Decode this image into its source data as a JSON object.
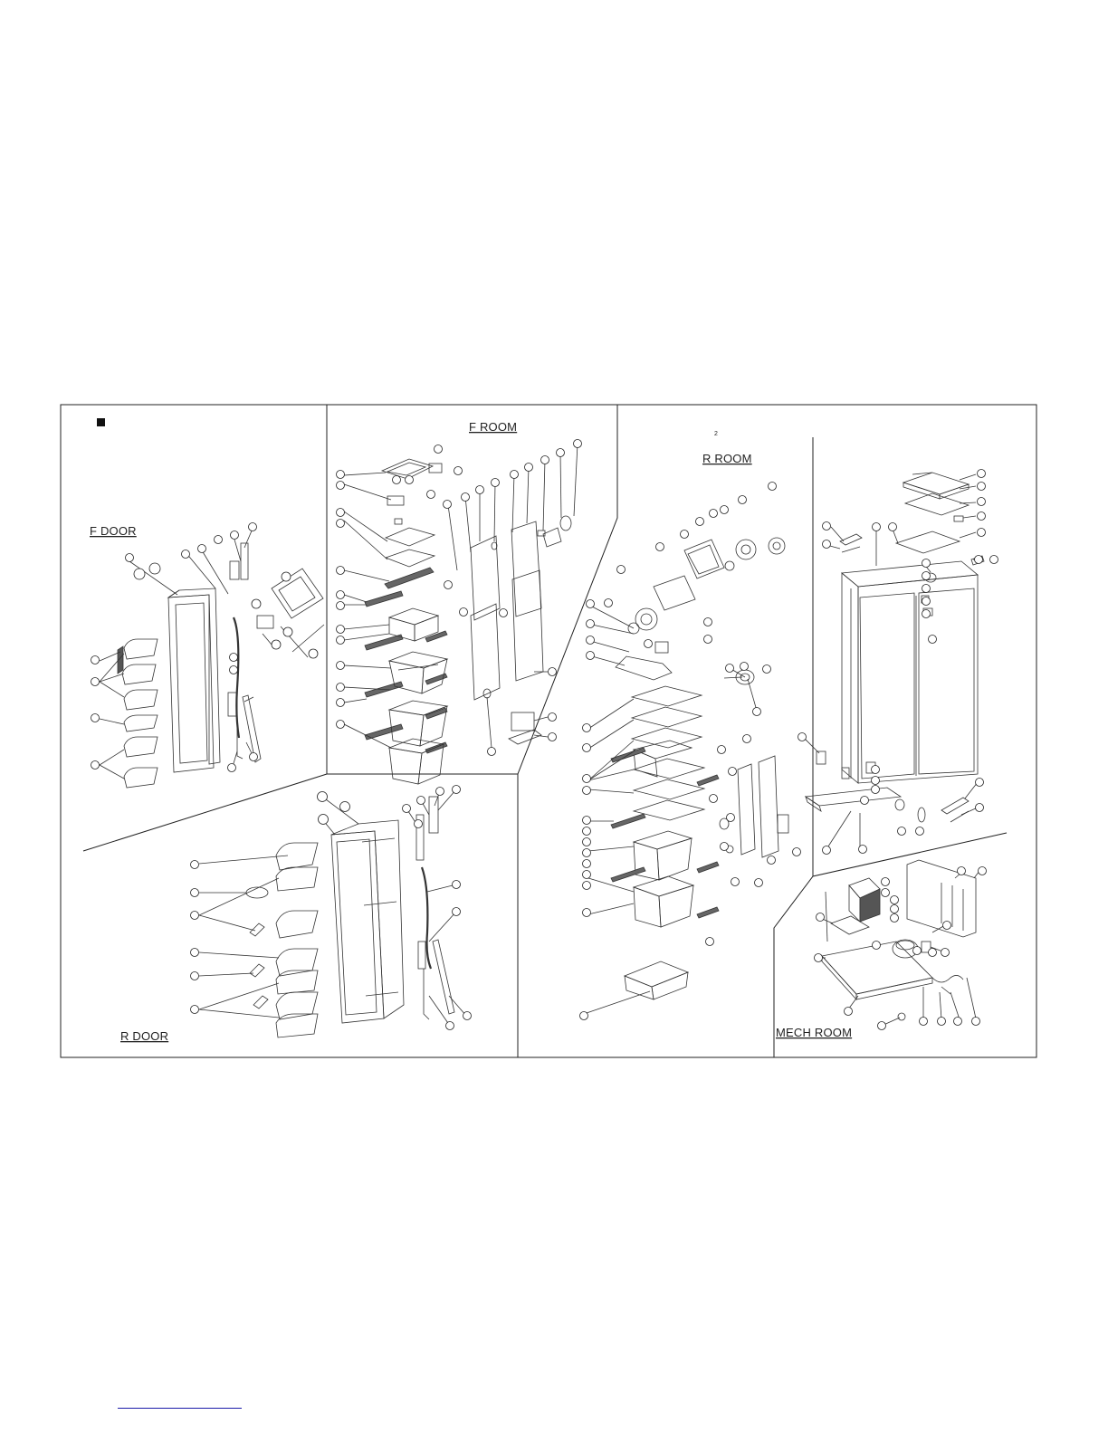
{
  "diagram": {
    "sections": {
      "f_door": "F DOOR",
      "f_room": "F ROOM",
      "r_room": "R ROOM",
      "r_door": "R DOOR",
      "mech_room": "MECH ROOM"
    },
    "page_mark": "2"
  }
}
